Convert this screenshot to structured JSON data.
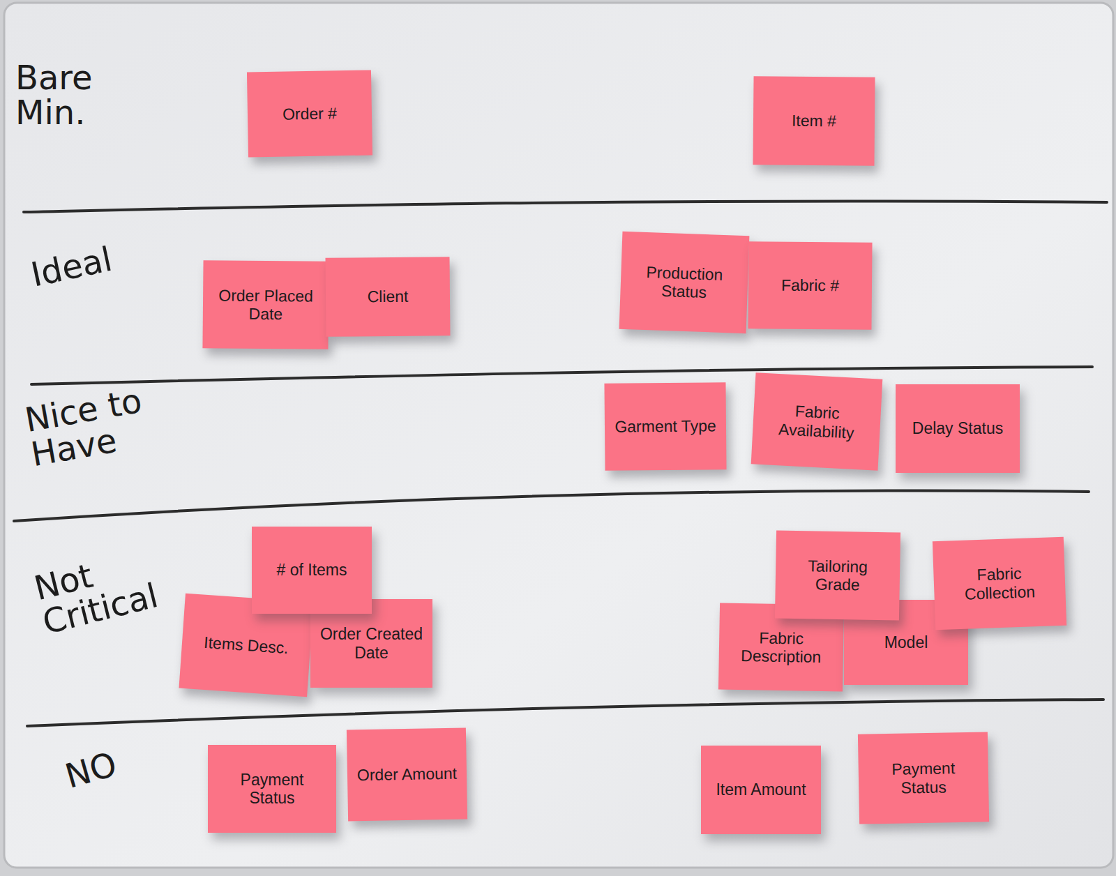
{
  "diagram": {
    "nodes": [
      {
        "text": [
          "Order #"
        ]
      },
      {
        "text": [
          "Item #"
        ]
      },
      {
        "text": [
          "Order Placed Date"
        ]
      },
      {
        "text": [
          "Client"
        ]
      },
      {
        "text": [
          "Production Status"
        ]
      },
      {
        "text": [
          "Fabric #"
        ]
      },
      {
        "text": [
          "Garment Type"
        ]
      },
      {
        "text": [
          "Fabric Availability"
        ]
      },
      {
        "text": [
          "Delay Status"
        ]
      },
      {
        "text": [
          "# of Items"
        ]
      },
      {
        "text": [
          "Tailoring Grade"
        ]
      },
      {
        "text": [
          "Fabric Collection"
        ]
      },
      {
        "text": [
          "Items Desc."
        ]
      },
      {
        "text": [
          "Order Created Date"
        ]
      },
      {
        "text": [
          "Fabric Description"
        ]
      },
      {
        "text": [
          "Model"
        ]
      },
      {
        "text": [
          "Payment Status"
        ]
      },
      {
        "text": [
          "Order Amount"
        ]
      },
      {
        "text": [
          "Item Amount"
        ]
      },
      {
        "text": [
          "Payment Status"
        ]
      }
    ],
    "labels": [
      "Bare Min.",
      "Ideal",
      "Nice to Have",
      "Not Critical",
      "NO"
    ]
  }
}
